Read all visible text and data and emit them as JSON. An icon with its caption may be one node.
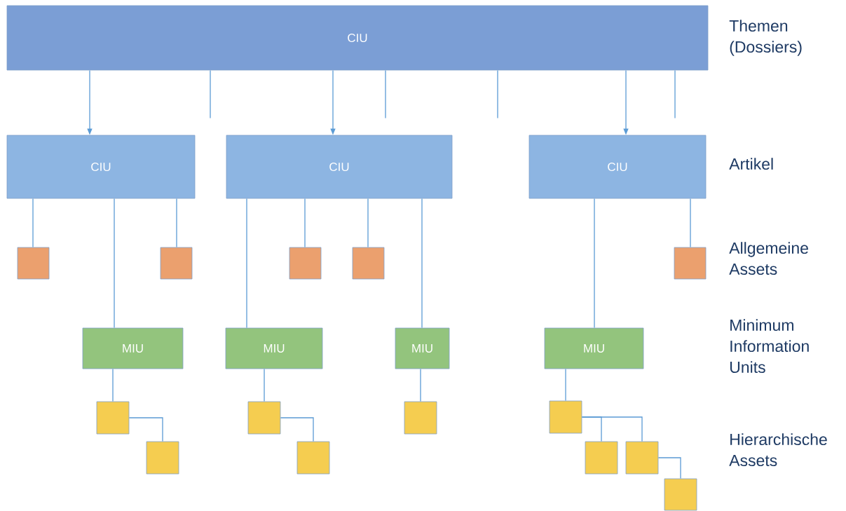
{
  "diagram": {
    "nodes": [
      {
        "text": [
          "CIU"
        ]
      },
      {
        "text": [
          "CIU"
        ]
      },
      {
        "text": [
          "CIU"
        ]
      },
      {
        "text": [
          "CIU"
        ]
      },
      {
        "text": [],
        "shape": "box"
      },
      {
        "text": [],
        "shape": "box"
      },
      {
        "text": [],
        "shape": "box"
      },
      {
        "text": [],
        "shape": "box"
      },
      {
        "text": [],
        "shape": "box"
      },
      {
        "text": [
          "MIU"
        ]
      },
      {
        "text": [
          "MIU"
        ]
      },
      {
        "text": [
          "MIU"
        ]
      },
      {
        "text": [
          "MIU"
        ]
      },
      {
        "text": [],
        "shape": "box"
      },
      {
        "text": [],
        "shape": "box"
      },
      {
        "text": [],
        "shape": "box"
      },
      {
        "text": [],
        "shape": "box"
      },
      {
        "text": [],
        "shape": "box"
      },
      {
        "text": [],
        "shape": "box"
      },
      {
        "text": [],
        "shape": "box"
      },
      {
        "text": [],
        "shape": "box"
      },
      {
        "text": [],
        "shape": "box"
      }
    ],
    "edges": [
      {
        "from": 0,
        "to": 1,
        "arrow": "to"
      },
      {
        "from": 0,
        "to": null,
        "arrow": "none"
      },
      {
        "from": 0,
        "to": 2,
        "arrow": "to"
      },
      {
        "from": 0,
        "to": null,
        "arrow": "none"
      },
      {
        "from": 0,
        "to": null,
        "arrow": "none"
      },
      {
        "from": 0,
        "to": 3,
        "arrow": "to"
      },
      {
        "from": 0,
        "to": null,
        "arrow": "none"
      },
      {
        "from": 1,
        "to": 4,
        "arrow": "none"
      },
      {
        "from": 1,
        "to": 9,
        "arrow": "none"
      },
      {
        "from": 1,
        "to": 5,
        "arrow": "none"
      },
      {
        "from": 2,
        "to": 10,
        "arrow": "none"
      },
      {
        "from": 2,
        "to": 6,
        "arrow": "none"
      },
      {
        "from": 2,
        "to": 7,
        "arrow": "none"
      },
      {
        "from": 2,
        "to": 11,
        "arrow": "none"
      },
      {
        "from": 3,
        "to": 12,
        "arrow": "none"
      },
      {
        "from": 3,
        "to": 8,
        "arrow": "none"
      },
      {
        "from": 9,
        "to": 13,
        "arrow": "none"
      },
      {
        "from": 13,
        "to": 14,
        "arrow": "none"
      },
      {
        "from": 10,
        "to": 15,
        "arrow": "none"
      },
      {
        "from": 15,
        "to": 16,
        "arrow": "none"
      },
      {
        "from": 11,
        "to": 17,
        "arrow": "none"
      },
      {
        "from": 12,
        "to": 18,
        "arrow": "none"
      },
      {
        "from": 18,
        "to": 19,
        "arrow": "none"
      },
      {
        "from": 18,
        "to": 20,
        "arrow": "none"
      },
      {
        "from": 20,
        "to": 21,
        "arrow": "none"
      }
    ],
    "labels": [
      "Themen (Dossiers)",
      "Artikel",
      "Allgemeine Assets",
      "Minimum Information Units",
      "Hierarchische Assets"
    ]
  }
}
